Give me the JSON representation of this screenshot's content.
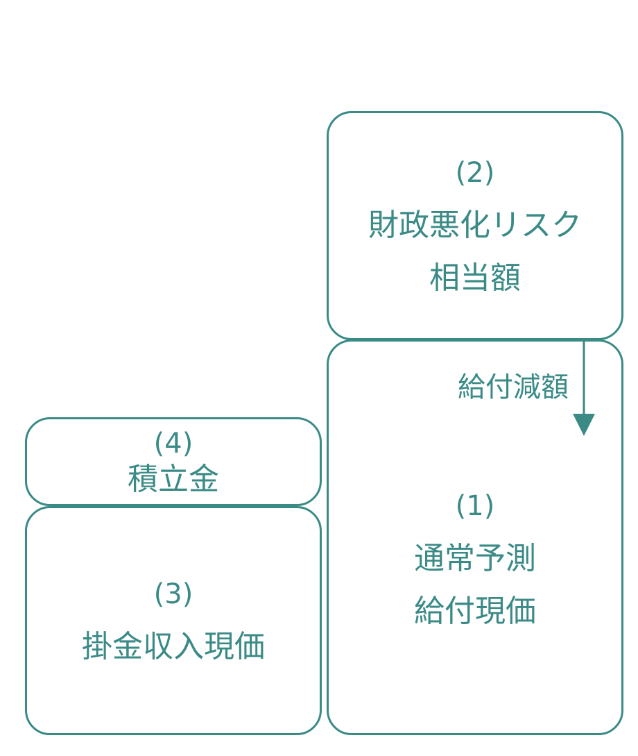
{
  "boxes": {
    "box2": {
      "number": "(2)",
      "line1": "財政悪化リスク",
      "line2": "相当額"
    },
    "box1": {
      "number": "(1)",
      "line1": "通常予測",
      "line2": "給付現価"
    },
    "box4": {
      "number": "(4)",
      "line1": "積立金"
    },
    "box3": {
      "number": "(3)",
      "line1": "掛金収入現価"
    }
  },
  "arrow": {
    "label": "給付減額"
  },
  "colors": {
    "accent": "#3a8a86",
    "background": "#ffffff"
  }
}
